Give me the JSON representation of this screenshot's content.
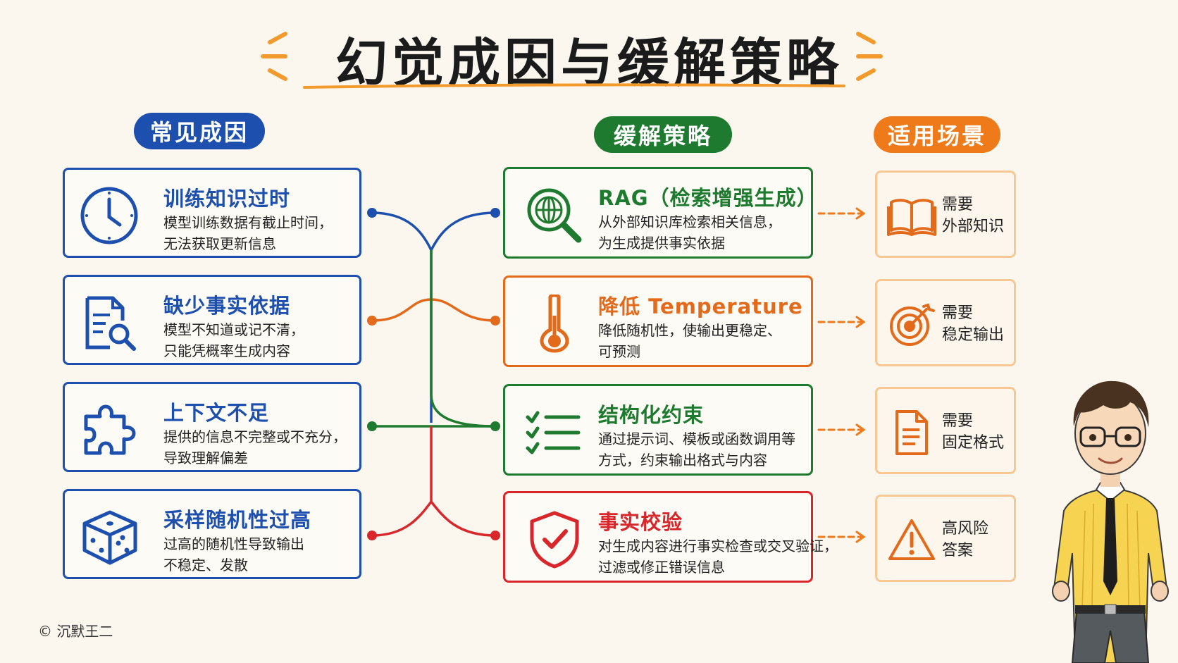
{
  "title": "幻觉成因与缓解策略",
  "columns": {
    "causes": "常见成因",
    "strategies": "缓解策略",
    "scenarios": "适用场景"
  },
  "causes": [
    {
      "title": "训练知识过时",
      "line1": "模型训练数据有截止时间，",
      "line2": "无法获取更新信息",
      "icon": "clock-icon"
    },
    {
      "title": "缺少事实依据",
      "line1": "模型不知道或记不清，",
      "line2": "只能凭概率生成内容",
      "icon": "document-search-icon"
    },
    {
      "title": "上下文不足",
      "line1": "提供的信息不完整或不充分，",
      "line2": "导致理解偏差",
      "icon": "puzzle-icon"
    },
    {
      "title": "采样随机性过高",
      "line1": "过高的随机性导致输出",
      "line2": "不稳定、发散",
      "icon": "dice-icon"
    }
  ],
  "strategies": [
    {
      "title": "RAG（检索增强生成）",
      "line1": "从外部知识库检索相关信息，",
      "line2": "为生成提供事实依据",
      "icon": "globe-search-icon",
      "color": "#1e7a2e"
    },
    {
      "title": "降低 Temperature",
      "line1": "降低随机性，使输出更稳定、",
      "line2": "可预测",
      "icon": "thermometer-icon",
      "color": "#e36a1a"
    },
    {
      "title": "结构化约束",
      "line1": "通过提示词、模板或函数调用等",
      "line2": "方式，约束输出格式与内容",
      "icon": "checklist-icon",
      "color": "#1e7a2e"
    },
    {
      "title": "事实校验",
      "line1": "对生成内容进行事实检查或交叉验证，",
      "line2": "过滤或修正错误信息",
      "icon": "shield-check-icon",
      "color": "#d9262b"
    }
  ],
  "scenarios": [
    {
      "line1": "需要",
      "line2": "外部知识",
      "icon": "book-icon"
    },
    {
      "line1": "需要",
      "line2": "稳定输出",
      "icon": "target-icon"
    },
    {
      "line1": "需要",
      "line2": "固定格式",
      "icon": "document-icon"
    },
    {
      "line1": "高风险",
      "line2": "答案",
      "icon": "warning-icon"
    }
  ],
  "colors": {
    "blue": "#1d4fae",
    "green": "#1e7a2e",
    "orange": "#e36a1a",
    "red": "#d9262b"
  },
  "copyright": "© 沉默王二"
}
